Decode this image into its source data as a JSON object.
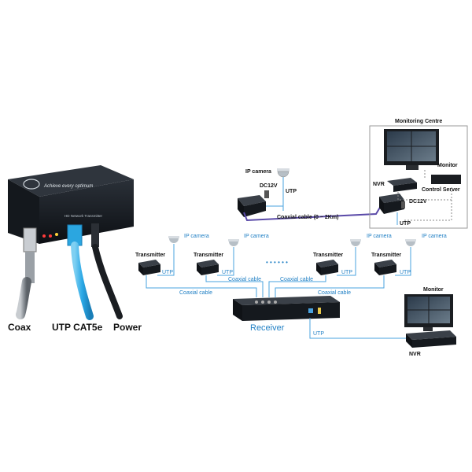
{
  "device": {
    "brand_text": "Achieve every optimum",
    "model_text": "HD Network Transmitter",
    "ports": [
      "Coax",
      "UTP CAT5e",
      "Power"
    ]
  },
  "top_link": {
    "ip_camera": "IP camera",
    "dc12v_left": "DC12V",
    "utp_left": "UTP",
    "coax_range": "Coaxial cable (0 ~ 2Km)",
    "dc12v_right": "DC12V",
    "utp_right": "UTP"
  },
  "monitoring": {
    "title": "Monitoring Centre",
    "monitor": "Monitor",
    "nvr": "NVR",
    "control_server": "Control Server"
  },
  "bottom": {
    "ip_camera": "IP camera",
    "transmitter": "Transmitter",
    "utp": "UTP",
    "coax": "Coaxial cable",
    "ellipsis": "• • • • • •",
    "receiver": "Receiver",
    "monitor": "Monitor",
    "nvr": "NVR"
  },
  "colors": {
    "line_blue": "#4aa3df",
    "text_blue": "#1f7fc4",
    "device_dark": "#1b1f24",
    "coax_purple": "#5a4aa8"
  }
}
